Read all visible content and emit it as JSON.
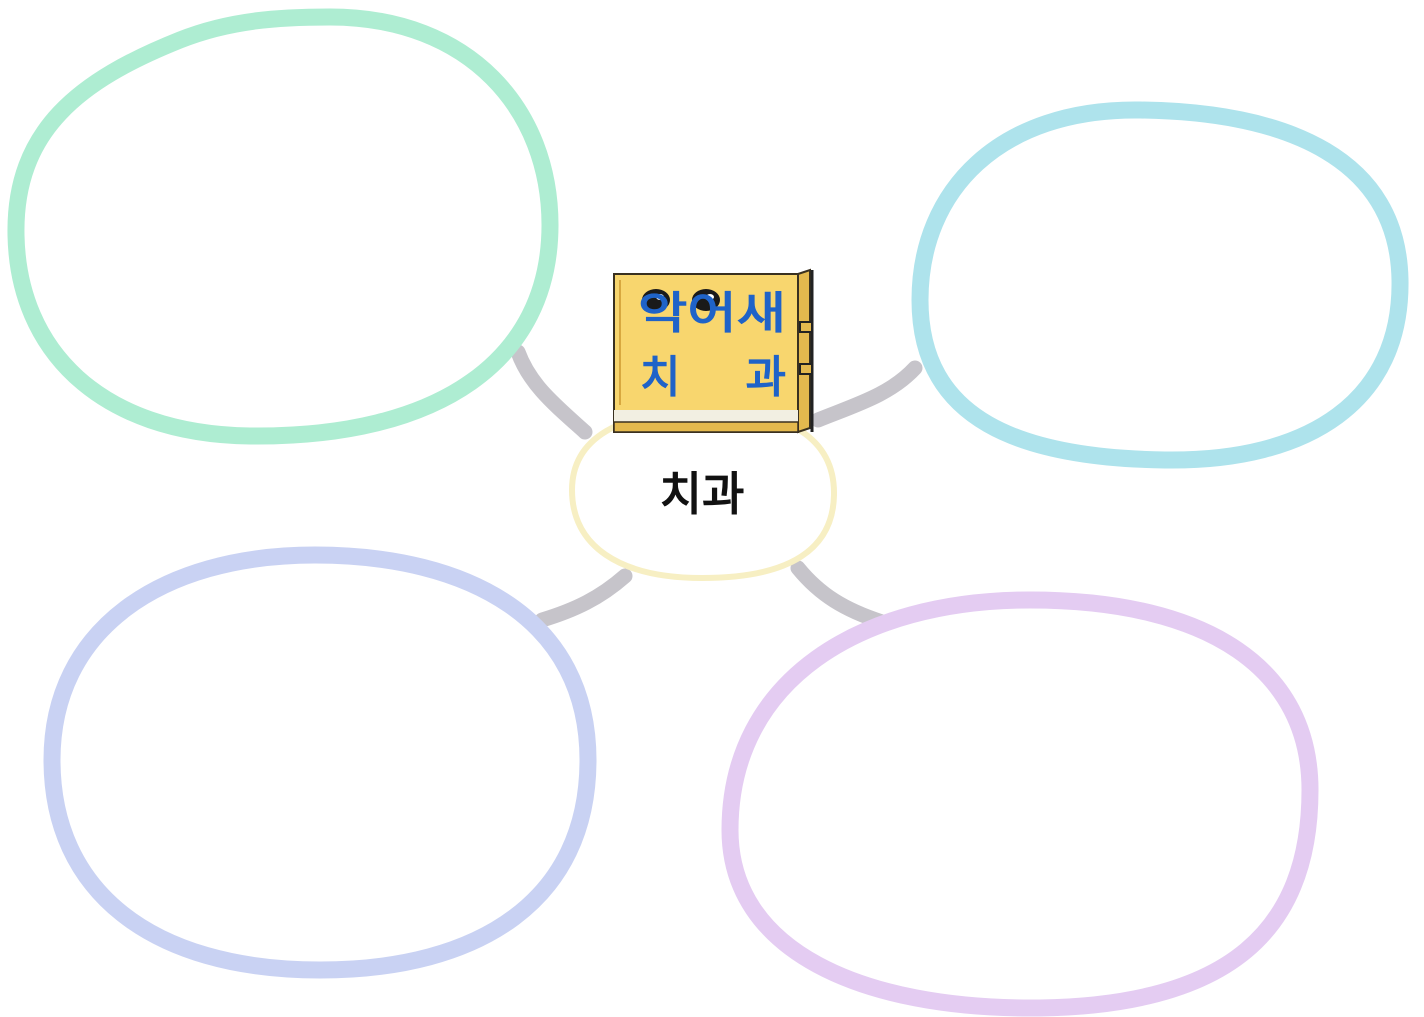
{
  "diagram": {
    "type": "mind-map",
    "center_label": "치과",
    "sign": {
      "line1": "악어새",
      "line2": "치  과"
    },
    "branches": [
      {
        "id": "top-left",
        "color": "#aeedd2",
        "text": ""
      },
      {
        "id": "top-right",
        "color": "#aee3ec",
        "text": ""
      },
      {
        "id": "bottom-left",
        "color": "#c9d2f3",
        "text": ""
      },
      {
        "id": "bottom-right",
        "color": "#e4ccf2",
        "text": ""
      }
    ],
    "colors": {
      "center_outline": "#f7efc3",
      "connector": "#c6c4ca",
      "sign_face": "#f8d66e",
      "sign_side": "#e4b94e",
      "sign_text": "#1f63c8"
    }
  }
}
